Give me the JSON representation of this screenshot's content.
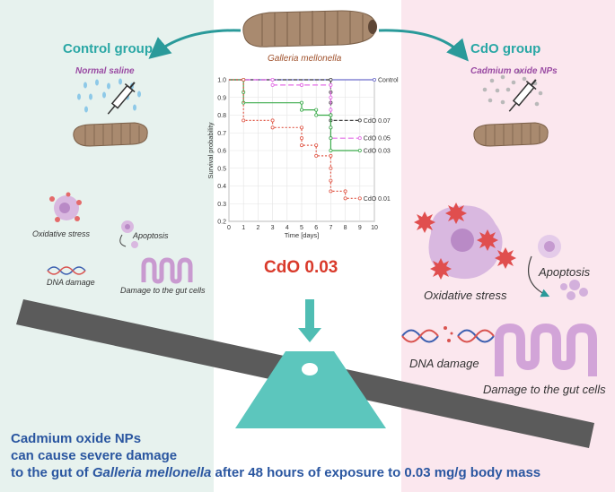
{
  "left_panel": {
    "title": "Control group",
    "treatment": "Normal saline",
    "effects": [
      "Oxidative stress",
      "Apoptosis",
      "DNA damage",
      "Damage to the gut cells"
    ]
  },
  "right_panel": {
    "title": "CdO group",
    "treatment": "Cadmium oxide NPs",
    "effects": [
      "Oxidative stress",
      "Apoptosis",
      "DNA damage",
      "Damage to the gut cells"
    ]
  },
  "center": {
    "organism": "Galleria mellonella",
    "highlight": "CdO 0.03"
  },
  "conclusion": {
    "line1": "Cadmium oxide NPs",
    "line2": "can cause severe damage",
    "line3_prefix": "to the gut of ",
    "line3_species": "Galleria mellonella",
    "line3_suffix": " after 48 hours of exposure  to 0.03 mg/g body mass"
  },
  "chart_data": {
    "type": "line",
    "xlabel": "Time [days]",
    "ylabel": "Survival probability",
    "xlim": [
      0,
      10
    ],
    "ylim": [
      0.2,
      1.0
    ],
    "xticks": [
      0,
      1,
      2,
      3,
      4,
      5,
      6,
      7,
      8,
      9,
      10
    ],
    "yticks": [
      0.2,
      0.3,
      0.4,
      0.5,
      0.6,
      0.7,
      0.8,
      0.9,
      1.0
    ],
    "grid": true,
    "series": [
      {
        "name": "Control",
        "color": "#6c6cc9",
        "points": [
          [
            0,
            1.0
          ],
          [
            10,
            1.0
          ]
        ]
      },
      {
        "name": "CdO 0.07",
        "color": "#444444",
        "points": [
          [
            0,
            1.0
          ],
          [
            7,
            1.0
          ],
          [
            7,
            0.93
          ],
          [
            7,
            0.87
          ],
          [
            7,
            0.8
          ],
          [
            7,
            0.77
          ],
          [
            9,
            0.77
          ]
        ]
      },
      {
        "name": "CdO 0.05",
        "color": "#e36be6",
        "points": [
          [
            0,
            1.0
          ],
          [
            3,
            1.0
          ],
          [
            3,
            0.97
          ],
          [
            5,
            0.97
          ],
          [
            5,
            0.97
          ],
          [
            7,
            0.97
          ],
          [
            7,
            0.9
          ],
          [
            7,
            0.83
          ],
          [
            7,
            0.73
          ],
          [
            7,
            0.67
          ],
          [
            9,
            0.67
          ]
        ]
      },
      {
        "name": "CdO 0.03",
        "color": "#3bab4b",
        "points": [
          [
            0,
            1.0
          ],
          [
            1,
            1.0
          ],
          [
            1,
            0.93
          ],
          [
            1,
            0.87
          ],
          [
            5,
            0.87
          ],
          [
            5,
            0.83
          ],
          [
            6,
            0.83
          ],
          [
            6,
            0.8
          ],
          [
            7,
            0.8
          ],
          [
            7,
            0.73
          ],
          [
            7,
            0.67
          ],
          [
            7,
            0.6
          ],
          [
            9,
            0.6
          ]
        ]
      },
      {
        "name": "CdO 0.01",
        "color": "#e05a4a",
        "points": [
          [
            0,
            1.0
          ],
          [
            1,
            1.0
          ],
          [
            1,
            0.77
          ],
          [
            3,
            0.77
          ],
          [
            3,
            0.73
          ],
          [
            5,
            0.73
          ],
          [
            5,
            0.67
          ],
          [
            5,
            0.63
          ],
          [
            6,
            0.63
          ],
          [
            6,
            0.57
          ],
          [
            7,
            0.57
          ],
          [
            7,
            0.5
          ],
          [
            7,
            0.43
          ],
          [
            7,
            0.37
          ],
          [
            8,
            0.37
          ],
          [
            8,
            0.33
          ],
          [
            9,
            0.33
          ]
        ]
      }
    ]
  },
  "colors": {
    "left_bg": "#e7f2ee",
    "right_bg": "#fbe7ee",
    "teal": "#2aa7a5",
    "fulcrum": "#5cc6bd",
    "beam": "#5b5b5b",
    "conclusion_text": "#2a56a0",
    "highlight_text": "#d93a2b"
  }
}
